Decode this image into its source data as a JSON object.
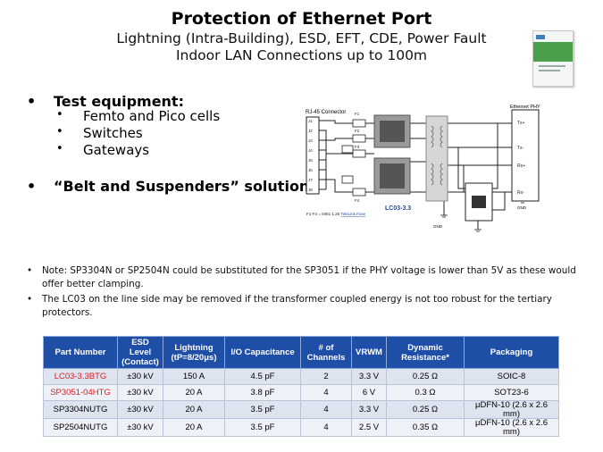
{
  "header": {
    "title": "Protection of Ethernet Port",
    "subtitle1": "Lightning (Intra-Building), ESD, EFT, CDE, Power Fault",
    "subtitle2": "Indoor LAN Connections up to 100m"
  },
  "bullets": {
    "dot": "•",
    "sub_dot": "•",
    "test_equipment": "Test equipment:",
    "items": [
      "Femto and Pico cells",
      "Switches",
      "Gateways"
    ],
    "belt": "“Belt and Suspenders” solution"
  },
  "diagram": {
    "connector_label": "RJ-45 Connector",
    "phy_label": "Ethernet PHY",
    "fuses": [
      "F1",
      "F2",
      "F3",
      "F4"
    ],
    "pins": [
      "J1",
      "J2",
      "J3",
      "J4",
      "J5",
      "J6",
      "J7",
      "J8"
    ],
    "signals": [
      "Tx+",
      "Tx-",
      "Rx+",
      "Rx-"
    ],
    "part_label": "LC03-3.3",
    "gnd1": "GND",
    "gnd2": "GND",
    "fuse_note_prefix": "F1-F4 = 0461 1.25",
    "fuse_note_link": "TeleLink Fuse"
  },
  "notes": [
    "Note: SP3304N or SP2504N could be substituted for the SP3051 if the PHY voltage is lower than 5V as these would offer better clamping.",
    "The LC03 on the line side may be removed if the transformer coupled energy is not too robust for the tertiary protectors."
  ],
  "table": {
    "headers": [
      "Part Number",
      "ESD Level (Contact)",
      "Lightning (tP=8/20μs)",
      "I/O Capacitance",
      "# of Channels",
      "VRWM",
      "Dynamic Resistance*",
      "Packaging"
    ],
    "rows": [
      [
        "LC03-3.3BTG",
        "±30 kV",
        "150 A",
        "4.5 pF",
        "2",
        "3.3 V",
        "0.25 Ω",
        "SOIC-8"
      ],
      [
        "SP3051-04HTG",
        "±30 kV",
        "20 A",
        "3.8 pF",
        "4",
        "6 V",
        "0.3 Ω",
        "SOT23-6"
      ],
      [
        "SP3304NUTG",
        "±30 kV",
        "20 A",
        "3.5 pF",
        "4",
        "3.3 V",
        "0.25 Ω",
        "μDFN-10 (2.6 x 2.6 mm)"
      ],
      [
        "SP2504NUTG",
        "±30 kV",
        "20 A",
        "3.5 pF",
        "4",
        "2.5 V",
        "0.35 Ω",
        "μDFN-10 (2.6 x 2.6 mm)"
      ]
    ],
    "highlight_color": "#e01b1b",
    "header_color": "#1f4ea6"
  }
}
